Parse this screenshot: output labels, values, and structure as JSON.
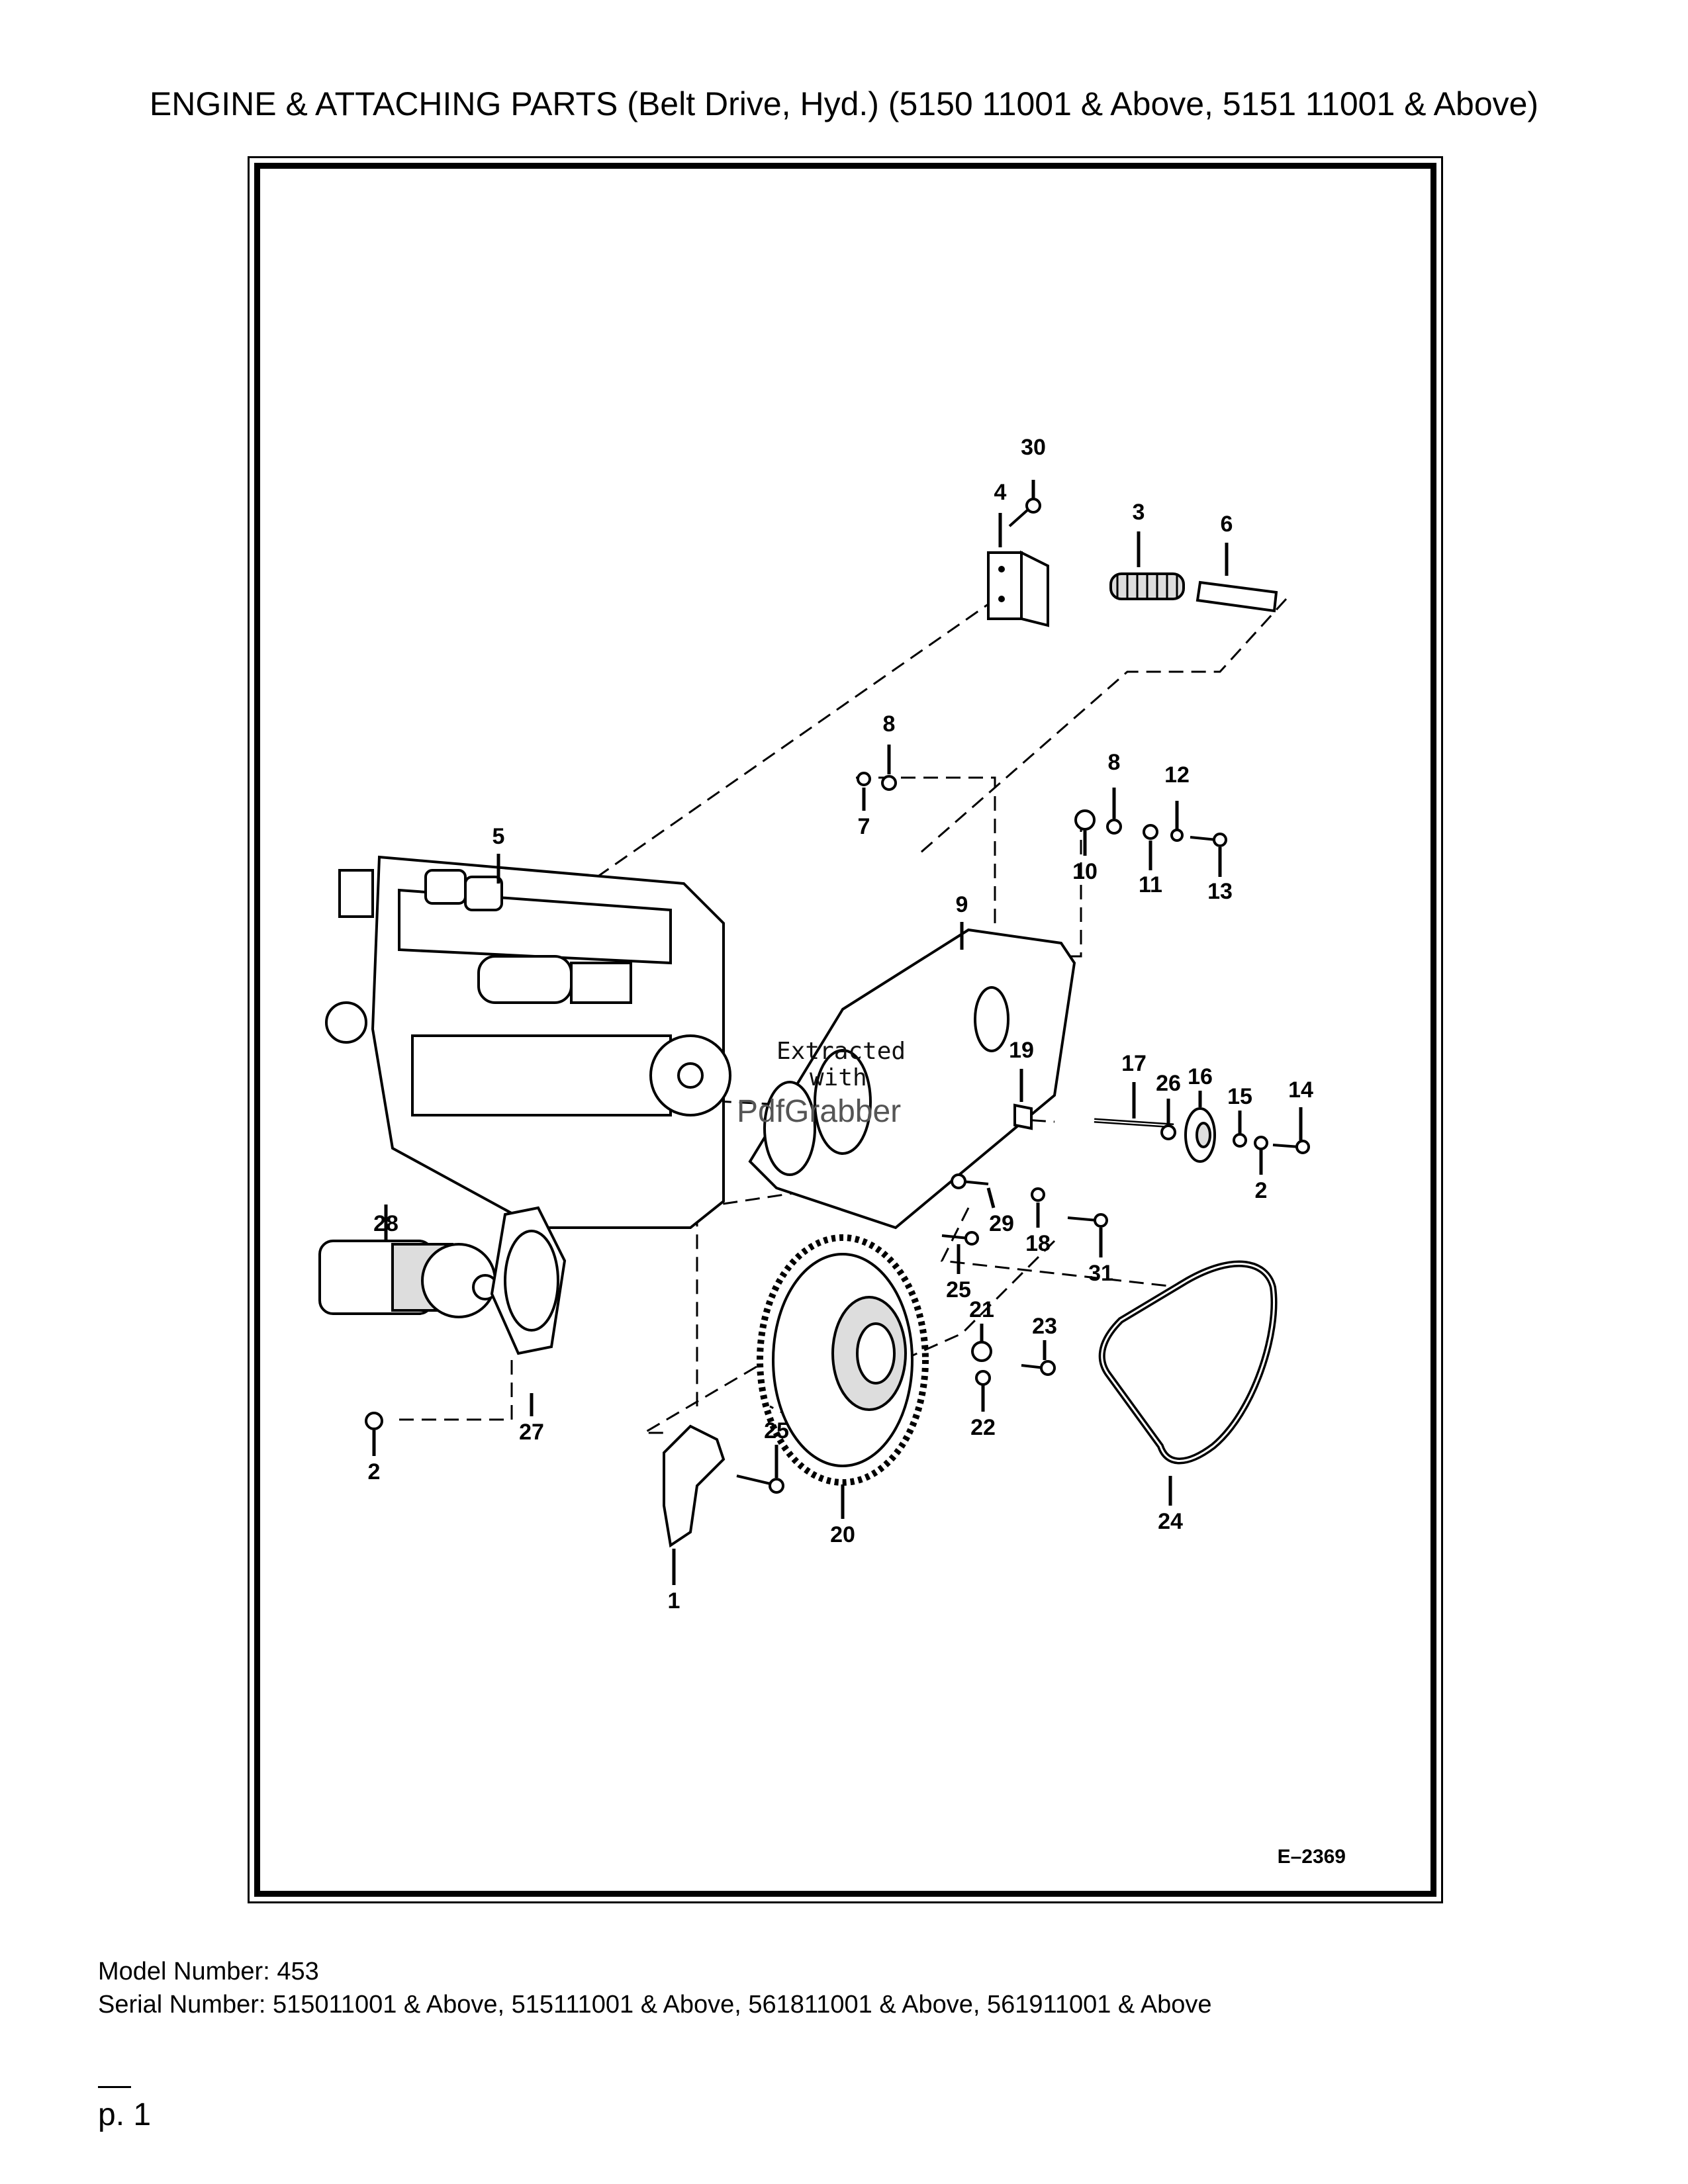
{
  "title": "ENGINE & ATTACHING PARTS (Belt Drive, Hyd.) (5150 11001 & Above, 5151 11001 & Above)",
  "diagram": {
    "figure_code": "E–2369",
    "watermark": [
      "Extracted",
      "with",
      "PdfGrabber"
    ],
    "callouts": [
      "1",
      "2",
      "2",
      "3",
      "4",
      "5",
      "6",
      "7",
      "8",
      "8",
      "9",
      "10",
      "11",
      "12",
      "13",
      "14",
      "15",
      "16",
      "17",
      "18",
      "19",
      "20",
      "21",
      "22",
      "23",
      "24",
      "25",
      "25",
      "26",
      "27",
      "28",
      "29",
      "30",
      "31"
    ]
  },
  "footer": {
    "model": "Model Number: 453",
    "serial": "Serial Number: 515011001 & Above, 515111001 & Above, 561811001 & Above, 561911001 & Above",
    "page": "p. 1"
  }
}
